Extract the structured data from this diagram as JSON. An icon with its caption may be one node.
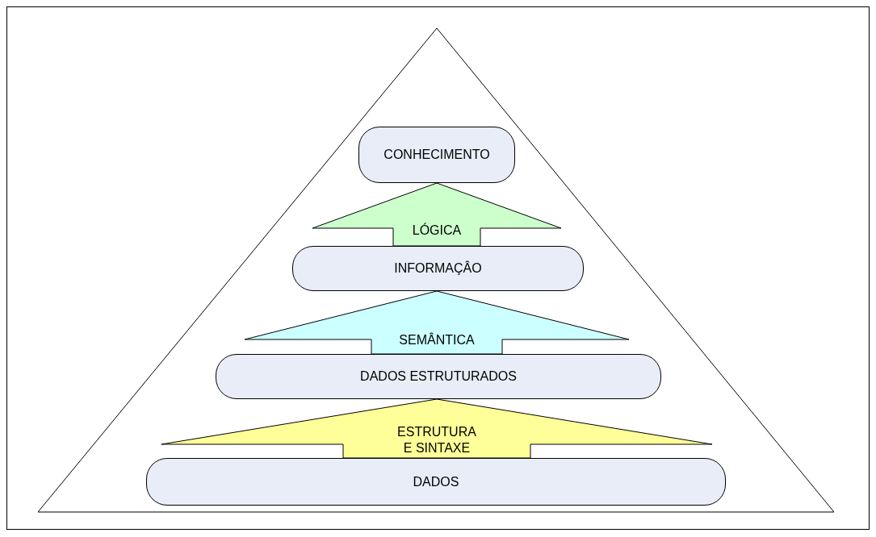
{
  "diagram": {
    "nodes": [
      {
        "text": [
          "CONHECIMENTO"
        ]
      },
      {
        "text": [
          "INFORMAÇÂO"
        ]
      },
      {
        "text": [
          "DADOS ESTRUTURADOS"
        ]
      },
      {
        "text": [
          "DADOS"
        ]
      }
    ],
    "edges": [
      {
        "from": 1,
        "to": 0,
        "arrow": "to",
        "label": "LÓGICA",
        "color": "#ccffcc"
      },
      {
        "from": 2,
        "to": 1,
        "arrow": "to",
        "label": "SEMÂNTICA",
        "color": "#ccffff"
      },
      {
        "from": 3,
        "to": 2,
        "arrow": "to",
        "label": "ESTRUTURA E SINTAXE",
        "color": "#ffff99"
      }
    ]
  }
}
